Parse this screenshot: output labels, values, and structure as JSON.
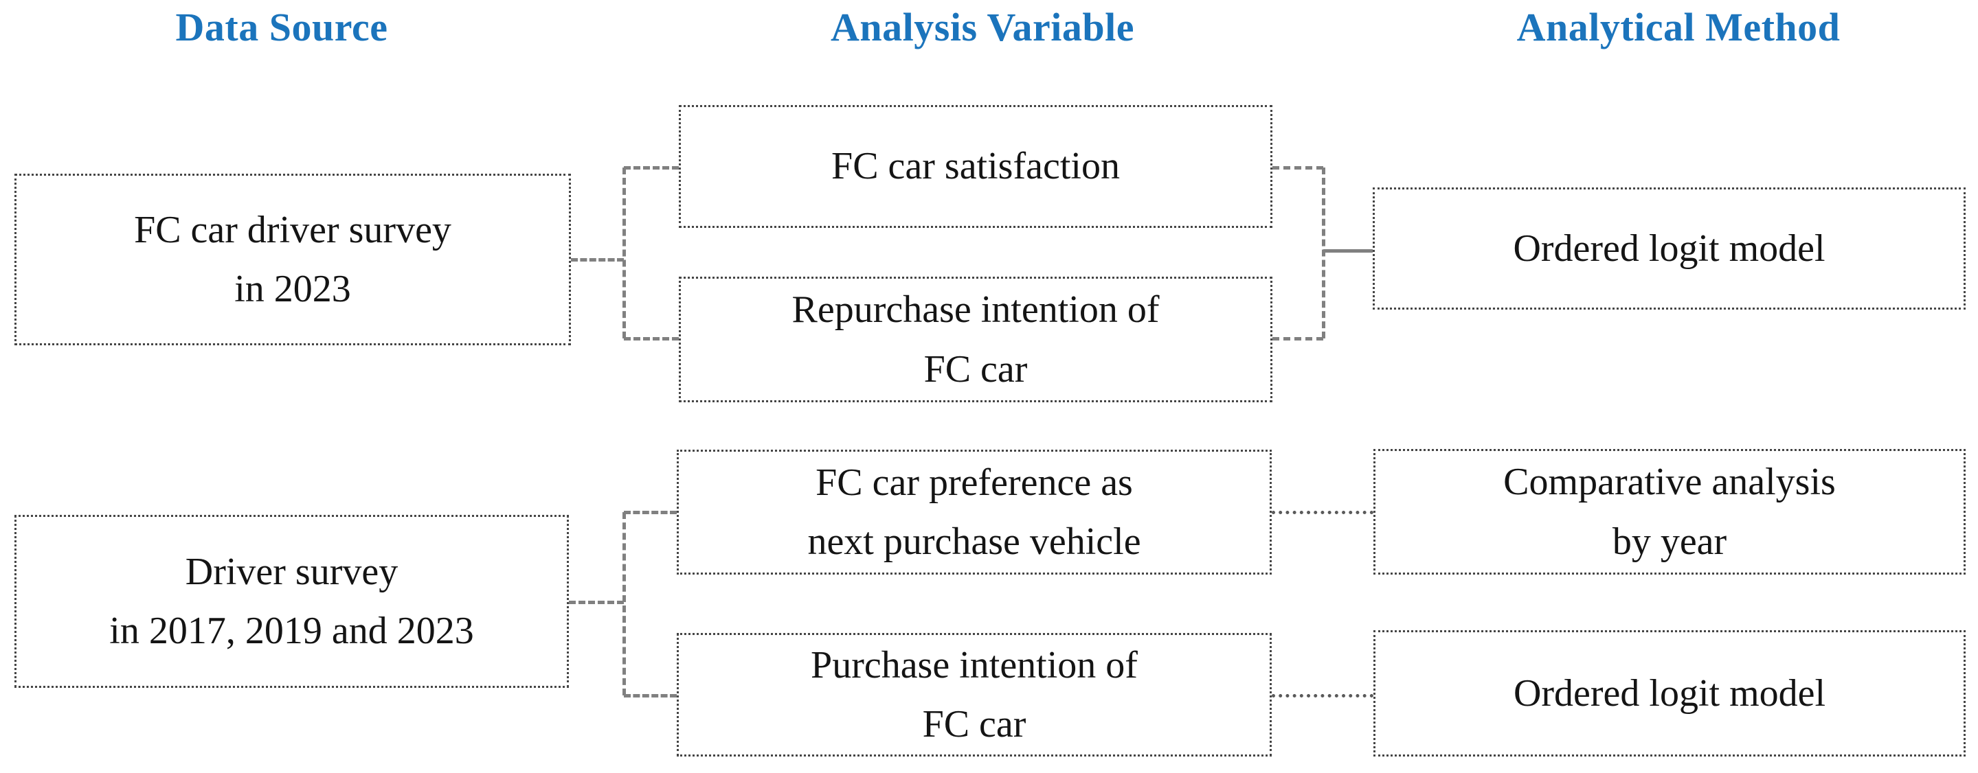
{
  "header": {
    "columns": [
      {
        "label": "Data Source"
      },
      {
        "label": "Analysis Variable"
      },
      {
        "label": "Analytical Method"
      }
    ]
  },
  "boxes": [
    {
      "id": "fc-car-driver-survey-2023",
      "column": "Data Source",
      "text": "FC car driver survey\nin 2023"
    },
    {
      "id": "fc-car-satisfaction",
      "column": "Analysis Variable",
      "text": "FC car satisfaction"
    },
    {
      "id": "repurchase-intention-fc-car",
      "column": "Analysis Variable",
      "text": "Repurchase intention of\nFC car"
    },
    {
      "id": "ordered-logit-model-row1",
      "column": "Analytical Method",
      "text": "Ordered logit model"
    },
    {
      "id": "driver-survey-2017-2019-2023",
      "column": "Data Source",
      "text": "Driver survey\nin 2017, 2019 and 2023"
    },
    {
      "id": "fc-car-preference-next",
      "column": "Analysis Variable",
      "text": "FC car preference as\nnext purchase vehicle"
    },
    {
      "id": "purchase-intention-fc-car",
      "column": "Analysis Variable",
      "text": "Purchase intention of\nFC car"
    },
    {
      "id": "comparative-analysis-by-year",
      "column": "Analytical Method",
      "text": "Comparative analysis\nby year"
    },
    {
      "id": "ordered-logit-model-row2",
      "column": "Analytical Method",
      "text": "Ordered logit model"
    }
  ],
  "edges": [
    {
      "from": "fc-car-driver-survey-2023",
      "to": "fc-car-satisfaction",
      "style": "dashed"
    },
    {
      "from": "fc-car-driver-survey-2023",
      "to": "repurchase-intention-fc-car",
      "style": "dashed"
    },
    {
      "from": "fc-car-satisfaction",
      "to": "ordered-logit-model-row1",
      "style": "dashed"
    },
    {
      "from": "repurchase-intention-fc-car",
      "to": "ordered-logit-model-row1",
      "style": "dashed"
    },
    {
      "from": "driver-survey-2017-2019-2023",
      "to": "fc-car-preference-next",
      "style": "dashed"
    },
    {
      "from": "driver-survey-2017-2019-2023",
      "to": "purchase-intention-fc-car",
      "style": "dashed"
    },
    {
      "from": "fc-car-preference-next",
      "to": "comparative-analysis-by-year",
      "style": "dotted"
    },
    {
      "from": "purchase-intention-fc-car",
      "to": "ordered-logit-model-row2",
      "style": "dotted"
    }
  ],
  "colors": {
    "header_blue": "#1b74bc",
    "box_border": "#454545",
    "connector_gray": "#808080",
    "connector_dot_gray": "#5a5a5a",
    "text_black": "#141414"
  }
}
